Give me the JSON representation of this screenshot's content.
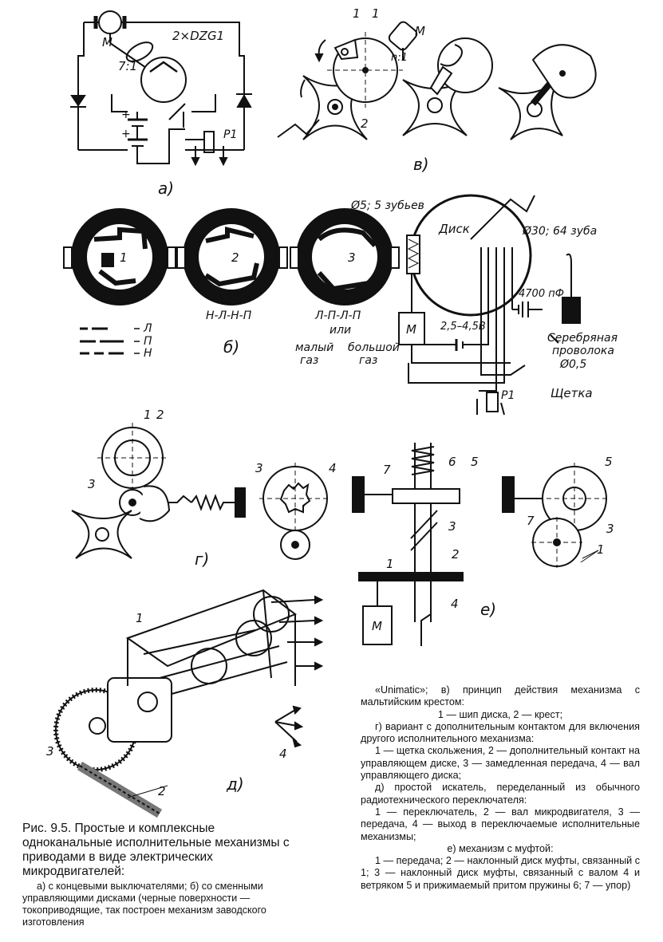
{
  "figure": {
    "a": {
      "panel_label": "а)",
      "motor_label": "М",
      "ratio_label": "7:1",
      "switch_label": "2×DZG1",
      "relay_label": "Р1",
      "plus": "+"
    },
    "b": {
      "panel_label": "б)",
      "disc_labels": [
        "1",
        "2",
        "3"
      ],
      "sequence_2": "Н-Л-Н-П",
      "sequence_3": "Л-П-Л-П",
      "sequence_3_or": "или",
      "small_gas": "малый\nгаз",
      "large_gas": "большой\nгаз",
      "legend": [
        "Л",
        "П",
        "Н"
      ]
    },
    "contact": {
      "gear_small": "Ø5; 5 зубьев",
      "disc_label": "Диск",
      "gear_large": "Ø30; 64 зуба",
      "capacitor": "4700 пФ",
      "motor": "М",
      "voltage": "2,5–4,5В",
      "relay": "Р1",
      "wire": "Серебряная\nпроволока\nØ0,5",
      "brush": "Щетка"
    },
    "v": {
      "panel_label": "в)",
      "pin_labels": [
        "1",
        "1"
      ],
      "motor": "М",
      "ratio": "n:1",
      "cross_label": "2"
    },
    "g": {
      "panel_label": "г)",
      "labels": [
        "1",
        "2",
        "3",
        "3",
        "4"
      ]
    },
    "e": {
      "panel_label": "е)",
      "labels": [
        "7",
        "6",
        "5",
        "3",
        "2",
        "1",
        "4",
        "5",
        "7",
        "3",
        "1"
      ],
      "motor": "М"
    },
    "d": {
      "panel_label": "д)",
      "labels": [
        "1",
        "3",
        "2",
        "4"
      ]
    }
  },
  "caption": {
    "title_num": "Рис. 9.5.",
    "title_text": "Простые и комплексные одноканальные исполнительные механизмы с приводами в виде электрических микродвигателей:",
    "left_body": "а) с концевыми выключателями; б) со сменными управляющими дисками (черные поверхности — токоприводящие, так построен механизм заводского изготовления",
    "right_lines": [
      "«Unimatic»; в) принцип действия механизма с мальтийским крестом:",
      "1 — шип диска, 2 — крест;",
      "г) вариант с дополнительным контактом для включения другого исполнительного механизма:",
      "1 — щетка скольжения, 2 — дополнительный контакт на управляющем диске, 3 — замедленная передача, 4 — вал управляющего диска;",
      "д) простой искатель, переделанный из обычного радиотехнического переключателя:",
      "1 — переключатель, 2 — вал микродвигателя, 3 — передача, 4 — выход в переключаемые исполнительные механизмы;",
      "е) механизм с муфтой:",
      "1 — передача; 2 — наклонный диск муфты, связанный с 1; 3 — наклонный диск муфты, связанный с валом 4 и ветряком 5 и прижимаемый притом пружины 6; 7 — упор)"
    ]
  }
}
